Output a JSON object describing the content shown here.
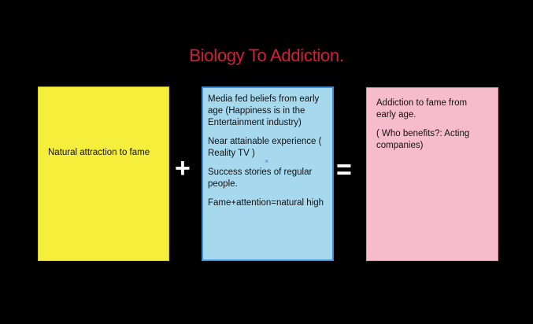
{
  "title": "Biology To Addiction.",
  "boxes": {
    "left": {
      "text": "Natural attraction to fame"
    },
    "middle": {
      "paragraphs": [
        "Media fed beliefs from early age (Happiness is in the Entertainment industry)",
        "Near attainable experience ( Reality TV )",
        "Success stories of regular people.",
        "Fame+attention=natural high"
      ]
    },
    "right": {
      "paragraphs": [
        "Addiction  to fame from early age.",
        "( Who benefits?: Acting companies)"
      ]
    }
  },
  "operators": {
    "plus": "+",
    "equals": "="
  },
  "marker": "×",
  "colors": {
    "background": "#000000",
    "title": "#d21f3c",
    "yellow_box": "#f5ee3a",
    "blue_box": "#a7d9ee",
    "blue_border": "#3f8fd2",
    "pink_box": "#f6bccc"
  }
}
